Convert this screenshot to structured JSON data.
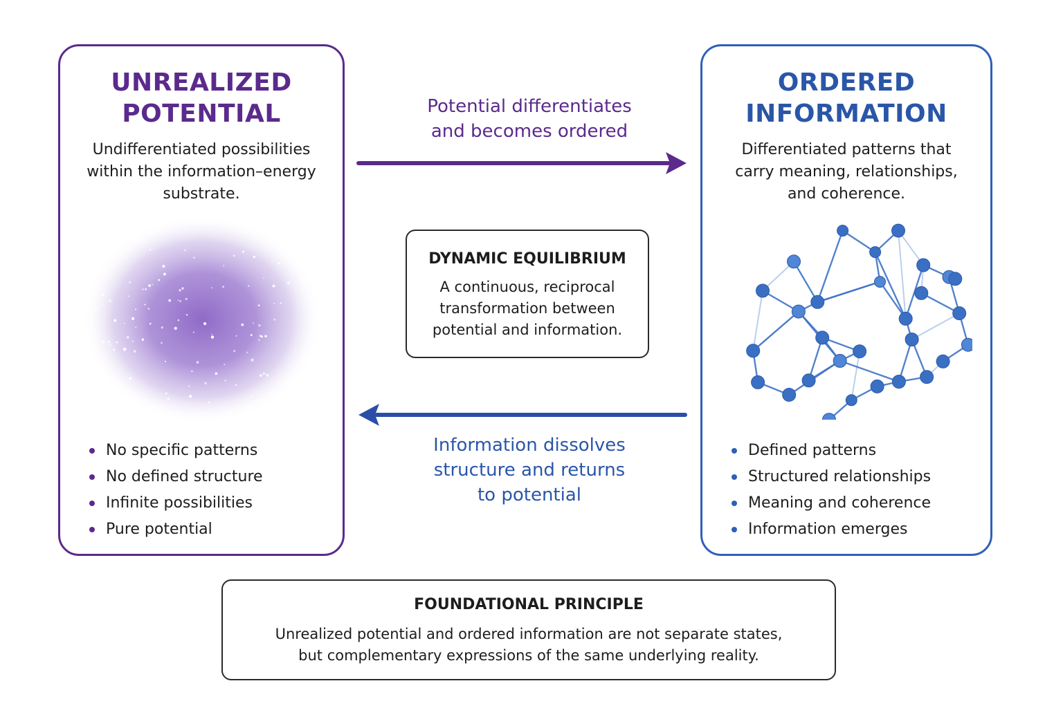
{
  "colors": {
    "potential": "#5b2a8c",
    "information": "#2f5fb8",
    "text": "#1d1d1f"
  },
  "left_panel": {
    "title_lines": [
      "UNREALIZED",
      "POTENTIAL"
    ],
    "description_lines": [
      "Undifferentiated possibilities",
      "within the information–energy",
      "substrate."
    ],
    "bullets": [
      "No specific patterns",
      "No defined structure",
      "Infinite possibilities",
      "Pure potential"
    ]
  },
  "right_panel": {
    "title_lines": [
      "ORDERED",
      "INFORMATION"
    ],
    "description_lines": [
      "Differentiated patterns that",
      "carry meaning, relationships,",
      "and coherence."
    ],
    "bullets": [
      "Defined patterns",
      "Structured relationships",
      "Meaning and coherence",
      "Information emerges"
    ]
  },
  "top_arrow": {
    "direction": "right",
    "label_lines": [
      "Potential differentiates",
      "and becomes ordered"
    ]
  },
  "bottom_arrow": {
    "direction": "left",
    "label_lines": [
      "Information dissolves",
      "structure and returns",
      "to potential"
    ]
  },
  "equilibrium_box": {
    "title": "DYNAMIC EQUILIBRIUM",
    "text_lines": [
      "A continuous, reciprocal",
      "transformation between",
      "potential and information."
    ]
  },
  "principle_box": {
    "title": "FOUNDATIONAL PRINCIPLE",
    "text_lines": [
      "Unrealized potential and ordered information are not separate states,",
      "but complementary expressions of the same underlying reality."
    ]
  }
}
